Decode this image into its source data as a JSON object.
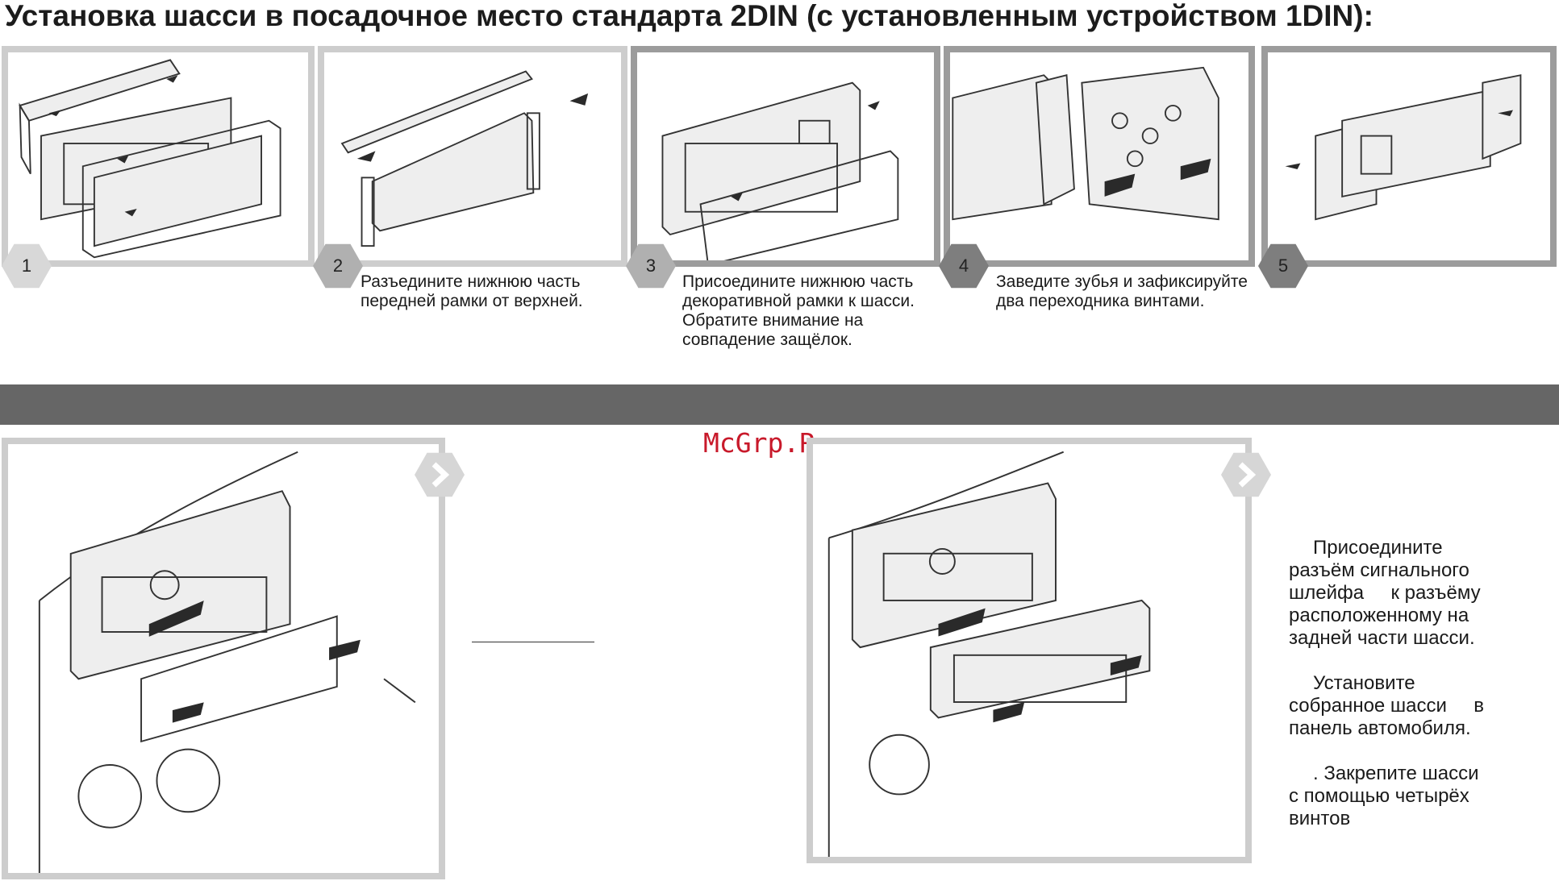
{
  "title": "Установка шасси в посадочное место стандарта 2DIN (с установленным устройством 1DIN):",
  "steps": [
    {
      "number": "1",
      "caption": []
    },
    {
      "number": "2",
      "caption": [
        "Разъедините нижнюю часть",
        "передней рамки от верхней."
      ]
    },
    {
      "number": "3",
      "caption": [
        "Присоедините нижнюю часть",
        "декоративной рамки к шасси.",
        "Обратите внимание на",
        "совпадение защёлок."
      ]
    },
    {
      "number": "4",
      "caption": [
        "Заведите зубья и зафиксируйте",
        "два переходника винтами."
      ]
    },
    {
      "number": "5",
      "caption": []
    }
  ],
  "watermark": "McGrp.Ru",
  "instructions": [
    [
      "Присоедините",
      "разъём сигнального",
      "шлейфа     к разъёму",
      "расположенному на",
      "задней части шасси."
    ],
    [
      "Установите",
      "собранное шасси     в",
      "панель автомобиля."
    ],
    [
      ". Закрепите шасси",
      "с помощью четырёх",
      "винтов"
    ]
  ],
  "icons": {
    "step_marker": "hexagon-badge-icon",
    "next": "chevron-right-icon",
    "arrow": "direction-arrow-icon",
    "screw": "screw-icon"
  },
  "colors": {
    "frame_light": "#cdcdcd",
    "frame_dark": "#9c9c9c",
    "band": "#666666",
    "watermark": "#c8192a"
  }
}
